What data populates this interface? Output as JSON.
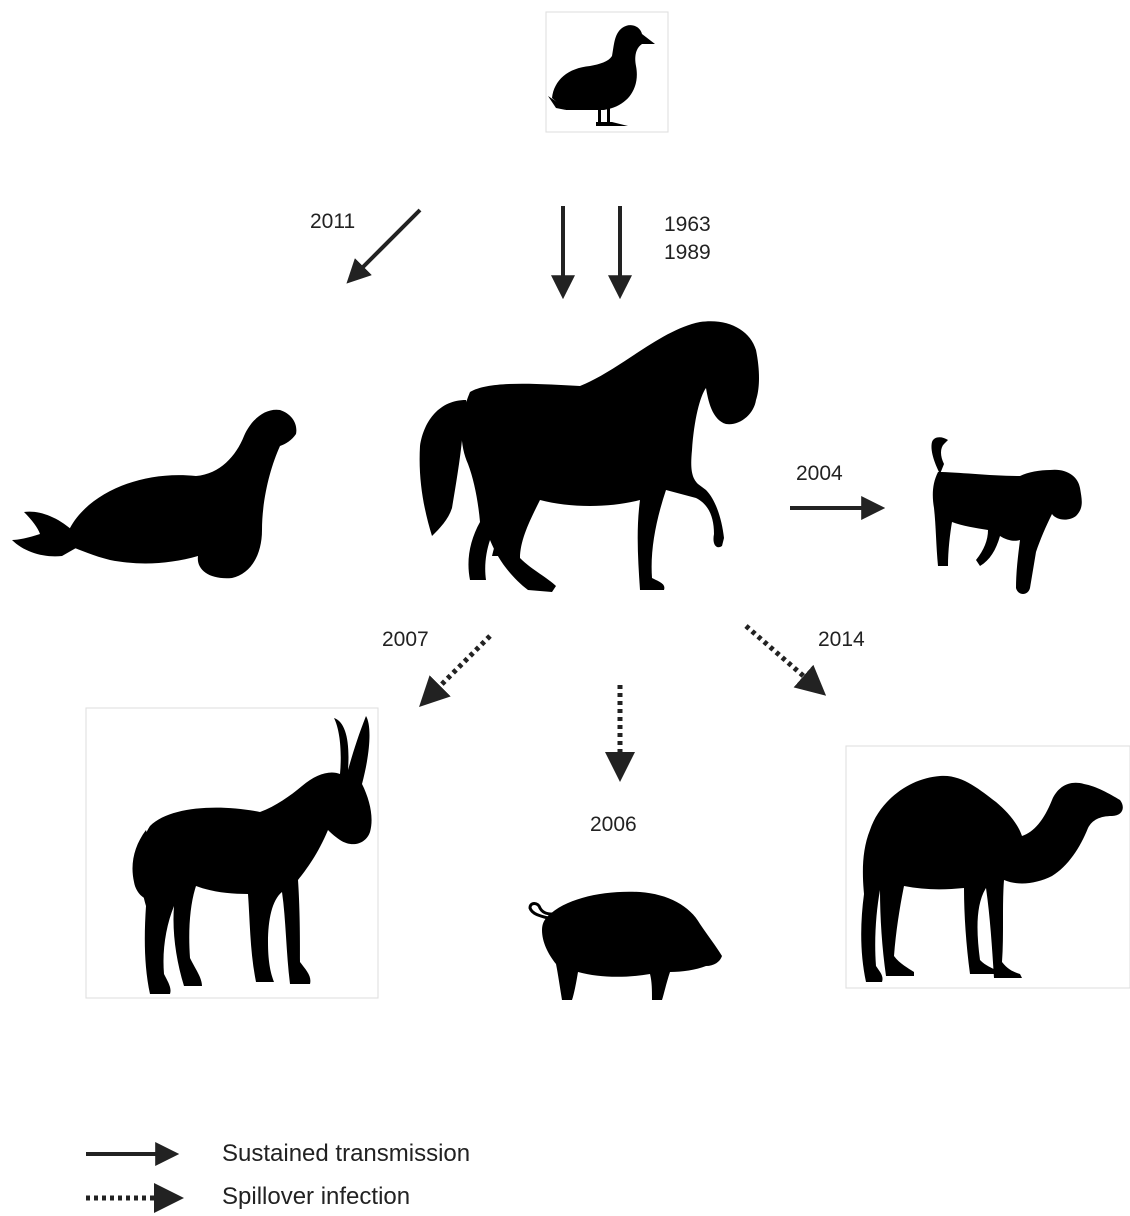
{
  "colors": {
    "silhouette": "#000000",
    "arrow": "#222222",
    "text": "#222222",
    "frame": "#dddddd"
  },
  "animals": {
    "duck": "duck-icon",
    "horse": "horse-icon",
    "seal": "seal-icon",
    "dog": "dog-icon",
    "donkey": "donkey-icon",
    "pig": "pig-icon",
    "camel": "camel-icon"
  },
  "events": {
    "duck_to_seal": "2011",
    "duck_to_horse_1": "1963",
    "duck_to_horse_2": "1989",
    "horse_to_dog": "2004",
    "horse_to_donkey": "2007",
    "horse_to_pig": "2006",
    "horse_to_camel": "2014"
  },
  "legend": {
    "sustained": "Sustained transmission",
    "spillover": "Spillover infection"
  }
}
